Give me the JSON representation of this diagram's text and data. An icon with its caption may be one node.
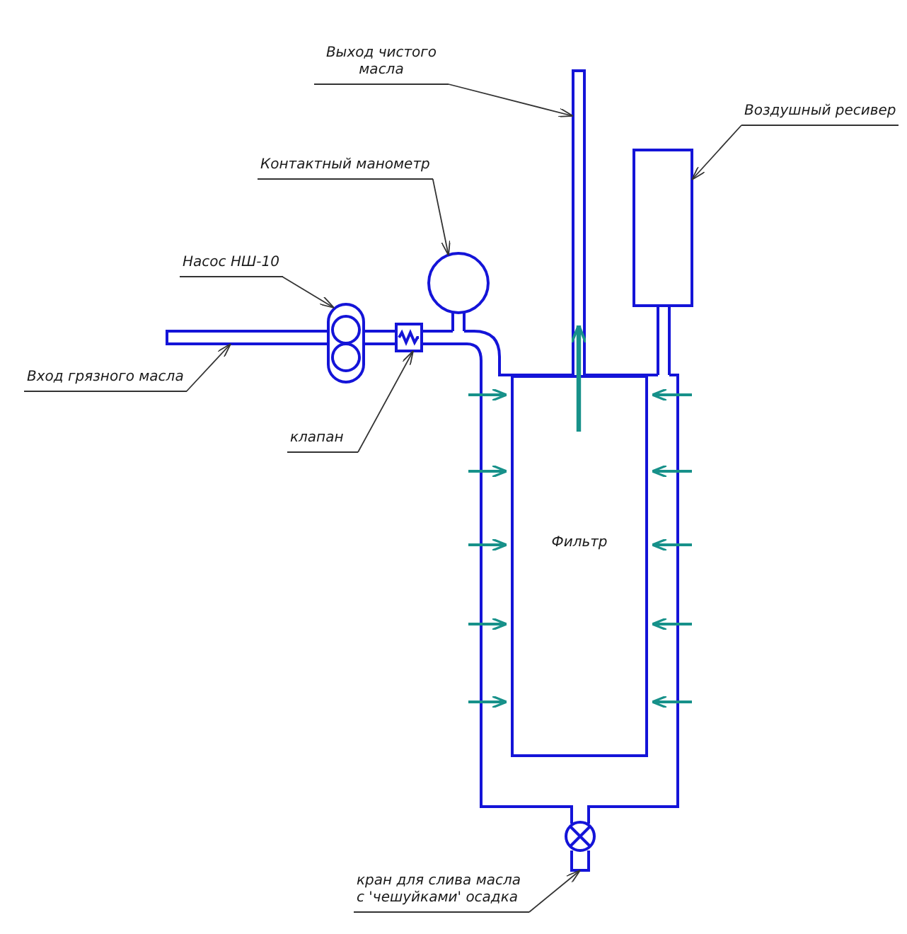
{
  "diagram": {
    "nodes": [
      {
        "text": [
          "Выход чистого масла"
        ]
      },
      {
        "text": [],
        "shape": "bar"
      },
      {
        "text": [
          "Воздушный ресивер"
        ]
      },
      {
        "text": [],
        "shape": "box"
      },
      {
        "text": [
          "Контактный манометр"
        ]
      },
      {
        "text": [],
        "shape": "circle"
      },
      {
        "text": [
          "Насос НШ-10"
        ]
      },
      {
        "text": [],
        "shape": "picture"
      },
      {
        "text": [
          "Вход грязного масла"
        ]
      },
      {
        "text": [],
        "shape": "bar"
      },
      {
        "text": [
          "клапан"
        ]
      },
      {
        "text": [],
        "shape": "box"
      },
      {
        "text": [
          "Фильтр"
        ]
      },
      {
        "text": [
          "кран для слива масла с 'чешуйками' осадка"
        ]
      },
      {
        "text": [],
        "shape": "circle"
      }
    ],
    "edges": [
      {
        "from": 0,
        "to": 1,
        "arrow": "to"
      },
      {
        "from": 2,
        "to": 3,
        "arrow": "to"
      },
      {
        "from": 4,
        "to": 5,
        "arrow": "to"
      },
      {
        "from": 6,
        "to": 7,
        "arrow": "to"
      },
      {
        "from": 8,
        "to": 9,
        "arrow": "to"
      },
      {
        "from": 10,
        "to": 11,
        "arrow": "to"
      },
      {
        "from": 13,
        "to": 14,
        "arrow": "to"
      },
      {
        "from": 12,
        "to": 1,
        "arrow": "to",
        "style": "thick",
        "color": "#17918a"
      }
    ]
  }
}
